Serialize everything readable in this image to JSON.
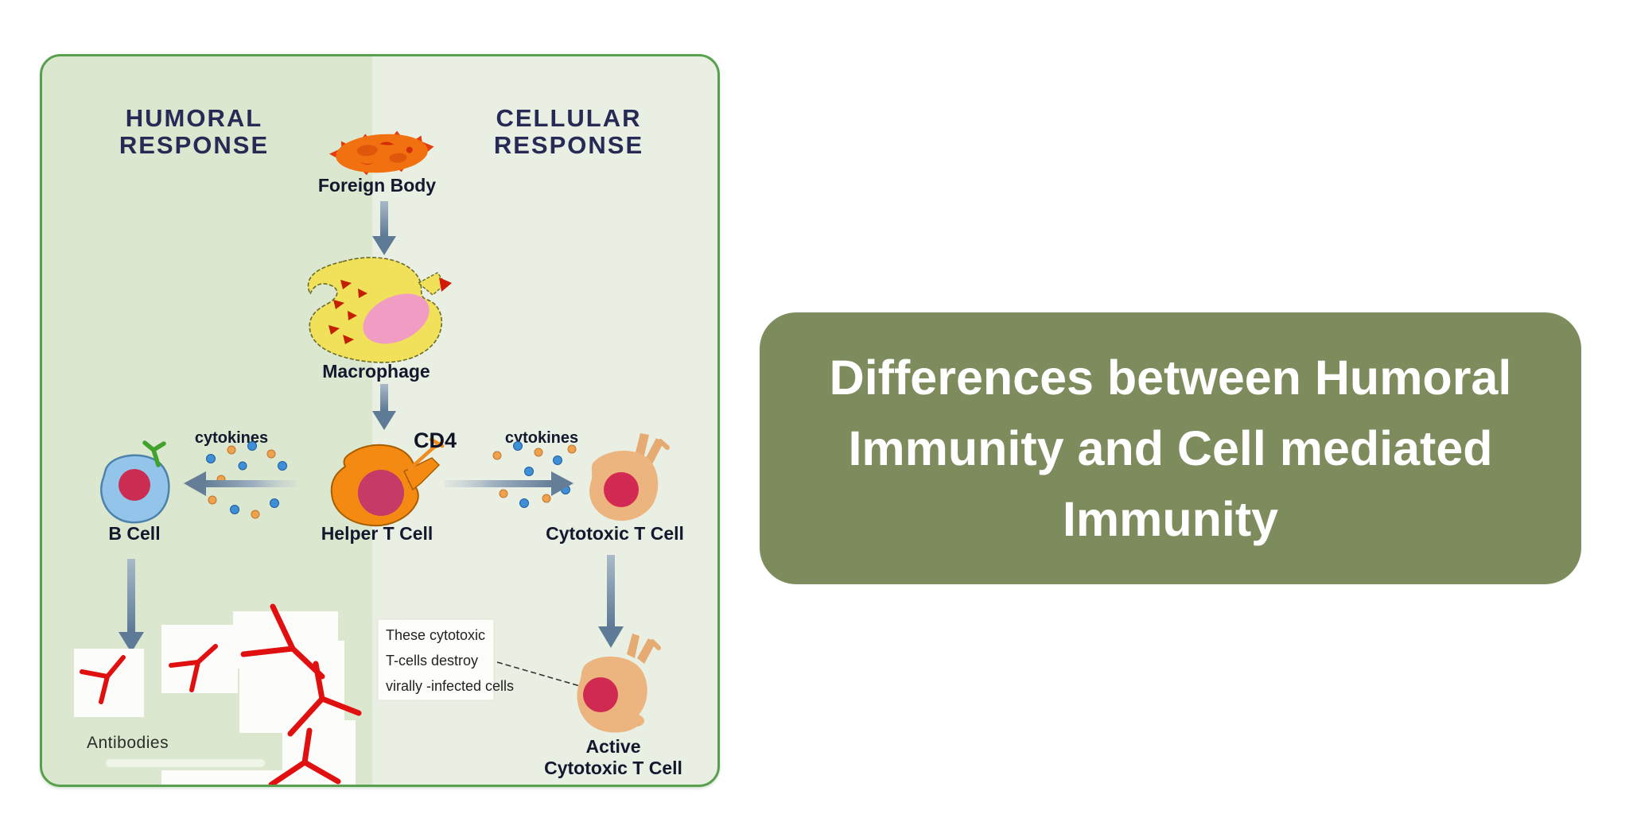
{
  "title_card": {
    "lines": [
      "Differences between Humoral",
      "Immunity and Cell mediated",
      "Immunity"
    ],
    "bg_color": "#7e8c5d",
    "text_color": "#ffffff"
  },
  "diagram": {
    "left_header": [
      "HUMORAL",
      "RESPONSE"
    ],
    "right_header": [
      "CELLULAR",
      "RESPONSE"
    ],
    "labels": {
      "foreign_body": "Foreign Body",
      "macrophage": "Macrophage",
      "cytokines": "cytokines",
      "cd4": "CD4",
      "b_cell": "B Cell",
      "helper_t_cell": "Helper T Cell",
      "cytotoxic_t_cell": "Cytotoxic T Cell",
      "antibodies": "Antibodies",
      "active_line1": "Active",
      "active_line2": "Cytotoxic T Cell"
    },
    "note": {
      "line1": "These cytotoxic",
      "line2": "T-cells destroy",
      "line3": "virally -infected cells"
    },
    "colors": {
      "panel_border": "#58a04f",
      "panel_bg_left": "#dbe7cf",
      "panel_bg_right": "#e9efe2",
      "header_text": "#262a54",
      "foreign_body_orange": "#f1700f",
      "macrophage_yellow": "#f0e05a",
      "macrophage_nucleus_pink": "#f19cc2",
      "b_cell_blue": "#92c5e9",
      "helper_t_orange": "#f58a12",
      "cytotoxic_tan": "#ecb47e",
      "nucleus_crimson": "#cb2d52",
      "antibody_red": "#e01010",
      "arrow_steel": "#6d8199",
      "cytokine_blue": "#3e8ed8",
      "cytokine_orange": "#efa24e",
      "receptor_green": "#3fa32c"
    }
  }
}
